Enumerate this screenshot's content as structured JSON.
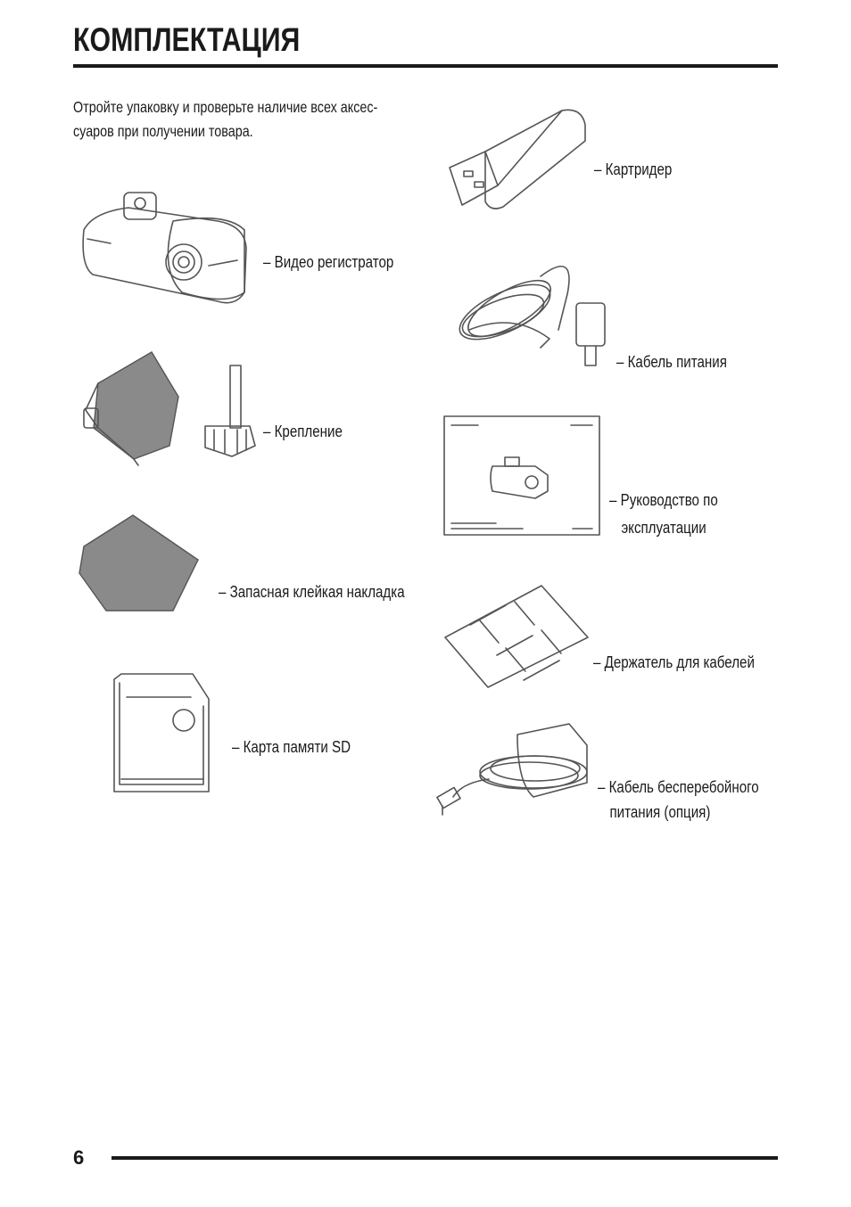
{
  "header": {
    "title": "КОМПЛЕКТАЦИЯ"
  },
  "intro": {
    "line1": "Отройте упаковку и проверьте наличие всех аксес-",
    "line2": "суаров при получении товара."
  },
  "items": {
    "dashcam": {
      "label": "– Видео регистратор",
      "icon": "dashcam-icon"
    },
    "mount": {
      "label": "– Крепление",
      "icon": "mount-icon"
    },
    "adhesive": {
      "label": "– Запасная клейкая накладка",
      "icon": "adhesive-pad-icon"
    },
    "sd_card": {
      "label": "– Карта памяти SD",
      "icon": "sd-card-icon"
    },
    "card_reader": {
      "label": "– Картридер",
      "icon": "card-reader-icon"
    },
    "power_cable": {
      "label": "– Кабель питания",
      "icon": "power-cable-icon"
    },
    "manual": {
      "line1": "– Руководство по",
      "line2": "эксплуатации",
      "icon": "manual-icon"
    },
    "cable_holder": {
      "label": "– Держатель для кабелей",
      "icon": "cable-holder-icon"
    },
    "ups_cable": {
      "line1": "– Кабель бесперебойного",
      "line2": "питания (опция)",
      "icon": "ups-cable-icon"
    }
  },
  "footer": {
    "page_number": "6"
  },
  "colors": {
    "text": "#1a1a1a",
    "line_art": "#555555",
    "gray_fill": "#8a8a8a"
  }
}
